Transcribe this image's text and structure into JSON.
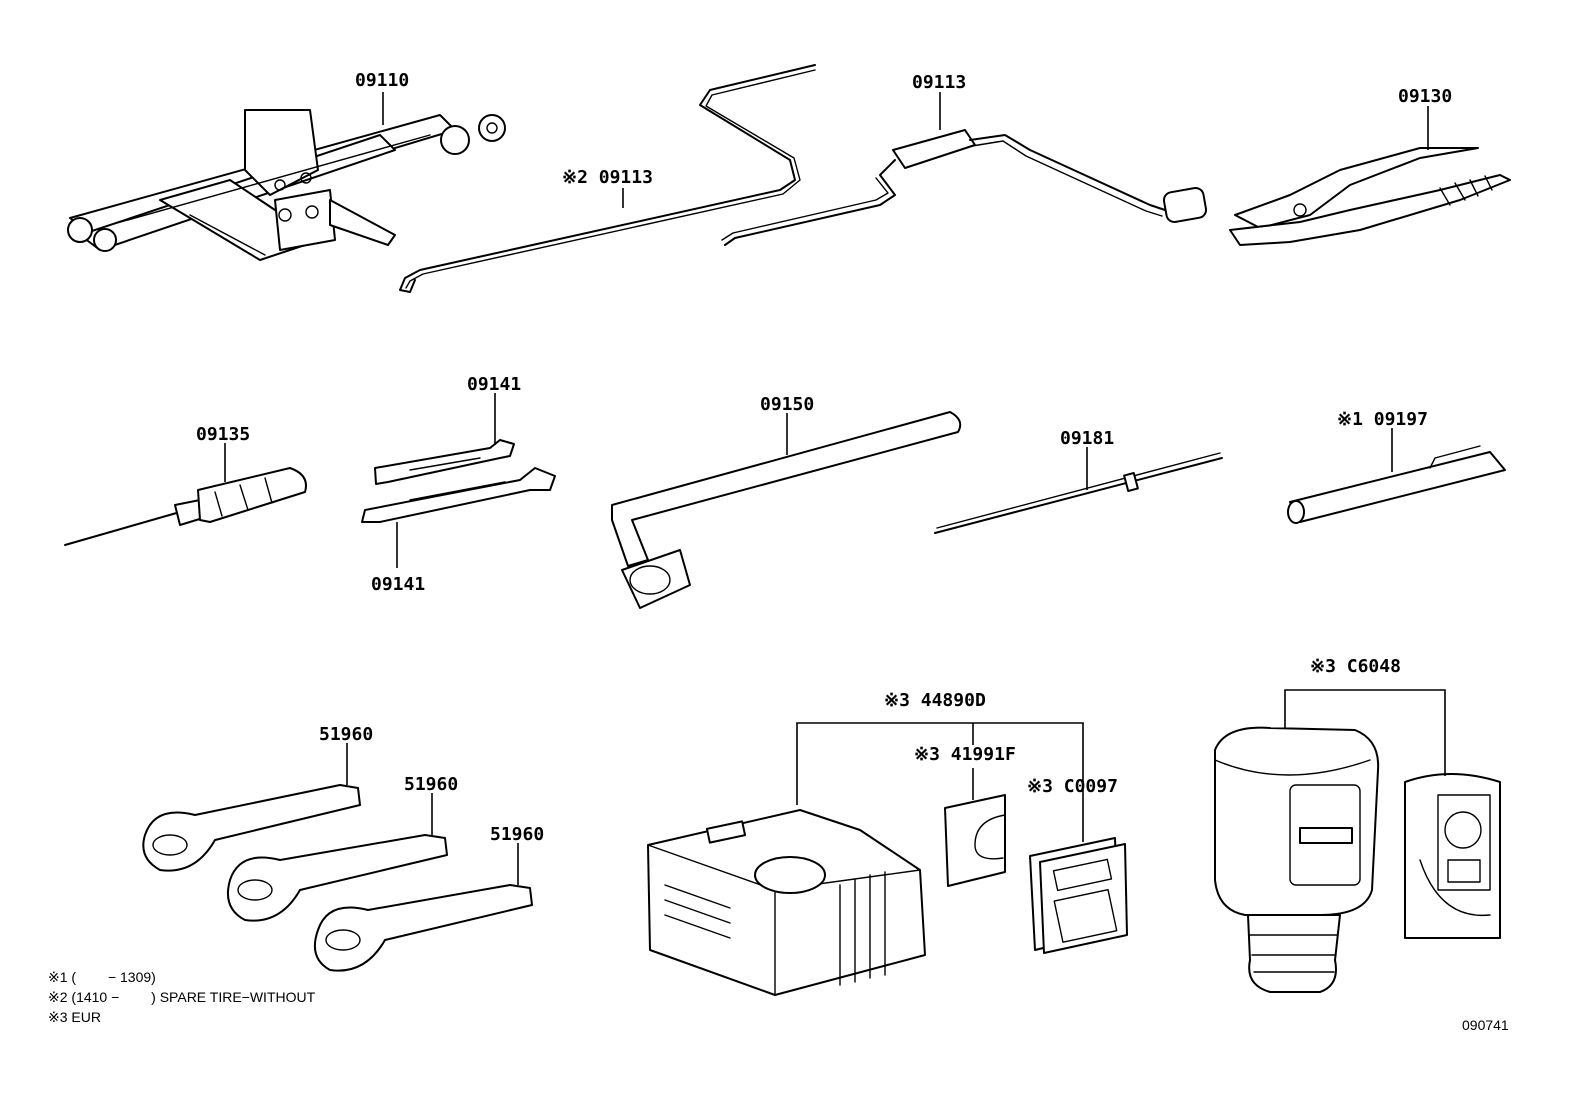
{
  "labels": {
    "jack": "09110",
    "jack_handle_alt": "※2 09113",
    "jack_handle": "09113",
    "pliers": "09130",
    "screwdriver": "09135",
    "wrench_top": "09141",
    "wrench_bottom": "09141",
    "lug_wrench": "09150",
    "screwdriver_rod": "09181",
    "pen_tool": "※1 09197",
    "hook_1": "51960",
    "hook_2": "51960",
    "hook_3": "51960",
    "compressor_kit": "※3 44890D",
    "repair_sheet": "※3 41991F",
    "manual": "※3 C0097",
    "sealant_bottle": "※3 C6048"
  },
  "notes": [
    "※1 (　　 − 1309)",
    "※2 (1410 −　　 ) SPARE TIRE−WITHOUT",
    "※3 EUR"
  ],
  "diagram_code": "090741"
}
